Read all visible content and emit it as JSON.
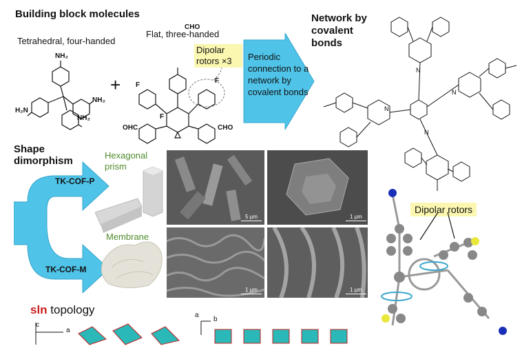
{
  "building_block": {
    "title": "Building block molecules",
    "tetrahedral_label": "Tetrahedral, four-handed",
    "flat_label": "Flat, three-handed",
    "dipolar_note": "Dipolar rotors ×3",
    "plus": "+"
  },
  "atoms": {
    "nh2": "NH₂",
    "h2n": "H₂N",
    "cho": "CHO",
    "ohc": "OHC",
    "f": "F",
    "n": "N"
  },
  "arrow": {
    "text": "Periodic connection to a network by covalent bonds"
  },
  "network": {
    "title": "Network by covalent bonds"
  },
  "shape": {
    "title": "Shape dimorphism",
    "cof_p": "TK-COF-P",
    "cof_m": "TK-COF-M",
    "prism_label": "Hexagonal prism",
    "membrane_label": "Membrane",
    "scale_5um": "5 µm",
    "scale_1um": "1 µm"
  },
  "rotor_label": "Dipolar rotors",
  "topology": {
    "prefix": "sln",
    "suffix": " topology",
    "axis_a": "a",
    "axis_b": "b",
    "axis_c": "c"
  },
  "colors": {
    "amine": "#1a2fb8",
    "aldehyde": "#d01a1a",
    "arrow_fill": "#4fc3e8",
    "highlight": "#fbf7b0"
  }
}
